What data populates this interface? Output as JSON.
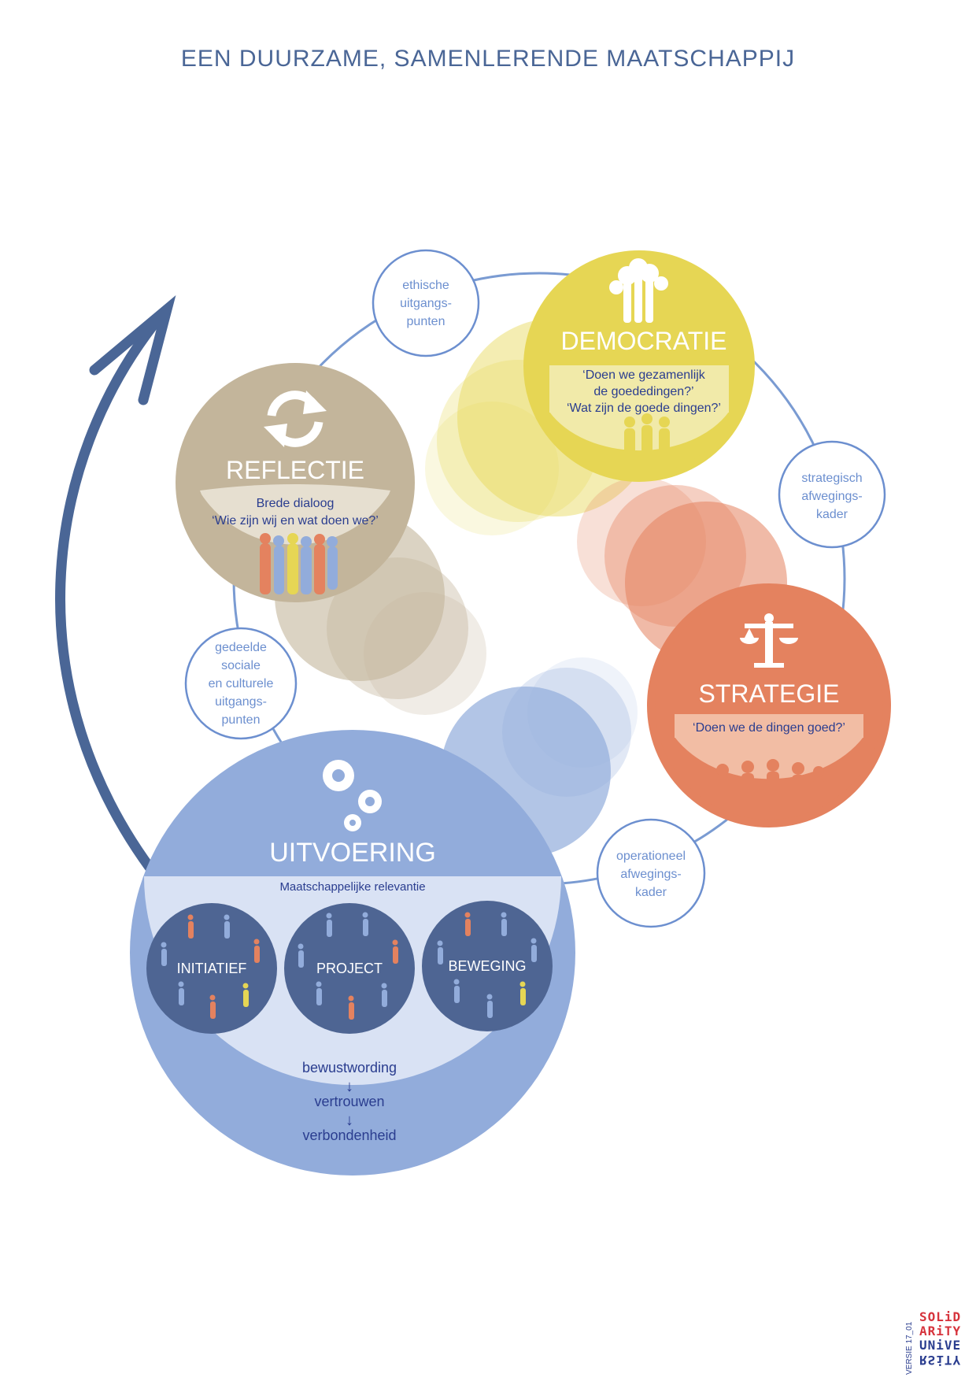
{
  "title": "EEN DUURZAME, SAMENLERENDE MAATSCHAPPIJ",
  "colors": {
    "navy": "#2a3d8f",
    "arrow": "#4a6696",
    "ring": "#7a9bd2",
    "reflectie": "#c3b59b",
    "democratie": "#e6d654",
    "strategie": "#e4825f",
    "uitvoering": "#92acdb",
    "uitvoering_inner": "#d9e2f4",
    "sub_circle": "#4e6593"
  },
  "connectors": {
    "ethisch": [
      "ethische",
      "uitgangs-",
      "punten"
    ],
    "strategisch": [
      "strategisch",
      "afwegings-",
      "kader"
    ],
    "gedeeld": [
      "gedeelde",
      "sociale",
      "en culturele",
      "uitgangs-",
      "punten"
    ],
    "operationeel": [
      "operationeel",
      "afwegings-",
      "kader"
    ]
  },
  "reflectie": {
    "title": "REFLECTIE",
    "lines": [
      "Brede dialoog",
      "‘Wie zijn wij en wat doen we?’"
    ],
    "icon": "refresh-arrows-icon"
  },
  "democratie": {
    "title": "DEMOCRATIE",
    "lines": [
      "‘Doen we gezamenlijk",
      "de goededingen?’",
      "‘Wat zijn de goede dingen?’"
    ],
    "icon": "raised-hands-icon"
  },
  "strategie": {
    "title": "STRATEGIE",
    "lines": [
      "‘Doen we de dingen goed?’"
    ],
    "icon": "scales-icon"
  },
  "uitvoering": {
    "title": "UITVOERING",
    "subtitle": "Maatschappelijke relevantie",
    "icon": "gears-icon",
    "sub_circles": [
      "INITIATIEF",
      "PROJECT",
      "BEWEGING"
    ],
    "steps": [
      "bewustwording",
      "vertrouwen",
      "verbondenheid"
    ],
    "step_arrow": "↓"
  },
  "logo": {
    "lines": [
      "SOLiD",
      "ARiTY",
      "UNiVE",
      "RSiTY"
    ],
    "line_colors": [
      "#d6333c",
      "#d6333c",
      "#2a3d8f",
      "#2a3d8f"
    ]
  },
  "version": "VERSIE 17_01"
}
